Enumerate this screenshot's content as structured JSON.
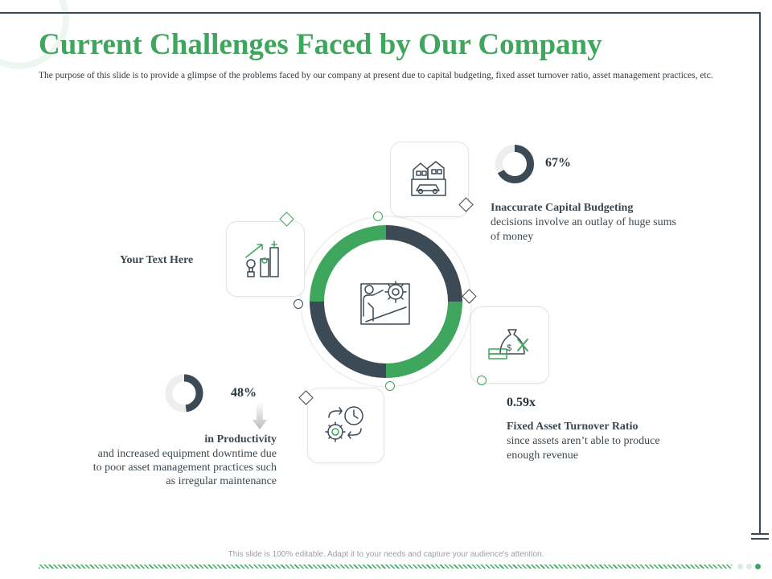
{
  "title": "Current Challenges Faced by Our Company",
  "subtitle": "The purpose of this slide is to provide a glimpse of the problems faced by our company at present due to capital budgeting, fixed asset turnover ratio, asset management practices, etc.",
  "left_block": {
    "heading": "Your Text Here"
  },
  "capital": {
    "percent_value": 0.67,
    "percent": "67%",
    "heading": "Inaccurate Capital Budgeting",
    "desc_line1": "decisions involve an outlay of huge sums",
    "desc_line2": "of money"
  },
  "turnover": {
    "value": "0.59x",
    "heading": "Fixed Asset Turnover Ratio",
    "desc_line1": "since assets aren’t able to produce",
    "desc_line2": "enough revenue"
  },
  "productivity": {
    "percent_value": 0.48,
    "percent": "48%",
    "heading": "in Productivity",
    "desc_line1": "and increased equipment downtime due",
    "desc_line2": "to poor asset management practices such",
    "desc_line3": "as irregular maintenance"
  },
  "footer": {
    "text": "This slide is 100% editable. Adapt it to your needs and capture your audience's attention."
  },
  "colors": {
    "green": "#3fa65d",
    "dark": "#3b4a55",
    "light": "#eeeeee"
  },
  "icons": {
    "center": "person-gear-icon",
    "top": "houses-car-icon",
    "left": "growth-chart-icon",
    "right": "money-bag-icon",
    "bottom": "gear-clock-cycle-icon"
  }
}
